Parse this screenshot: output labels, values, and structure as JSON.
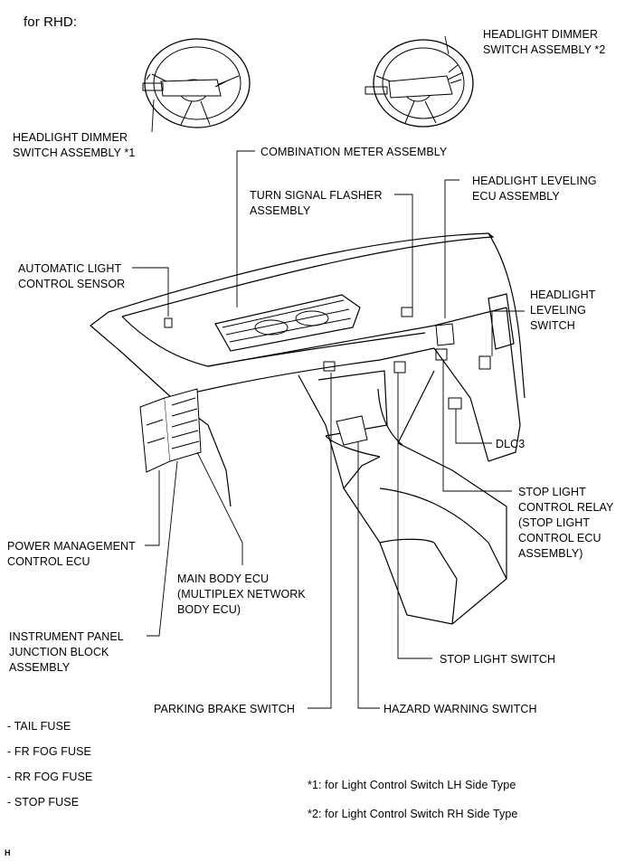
{
  "header": {
    "title": "for RHD:"
  },
  "components": {
    "headlight_dimmer_1": [
      "HEADLIGHT DIMMER",
      "SWITCH ASSEMBLY *1"
    ],
    "headlight_dimmer_2": [
      "HEADLIGHT DIMMER",
      "SWITCH ASSEMBLY *2"
    ],
    "combination_meter": "COMBINATION METER ASSEMBLY",
    "turn_signal_flasher": [
      "TURN SIGNAL FLASHER",
      "ASSEMBLY"
    ],
    "headlight_leveling_ecu": [
      "HEADLIGHT LEVELING",
      "ECU ASSEMBLY"
    ],
    "automatic_light_sensor": [
      "AUTOMATIC LIGHT",
      "CONTROL SENSOR"
    ],
    "headlight_leveling_switch": [
      "HEADLIGHT",
      "LEVELING",
      "SWITCH"
    ],
    "dlc3": "DLC3",
    "stop_light_relay": [
      "STOP LIGHT",
      "CONTROL RELAY",
      "(STOP LIGHT",
      "CONTROL ECU",
      "ASSEMBLY)"
    ],
    "power_management_ecu": [
      "POWER MANAGEMENT",
      "CONTROL ECU"
    ],
    "main_body_ecu": [
      "MAIN BODY ECU",
      "(MULTIPLEX NETWORK",
      "BODY ECU)"
    ],
    "instrument_panel_jb": [
      "INSTRUMENT PANEL",
      "JUNCTION BLOCK",
      "ASSEMBLY"
    ],
    "stop_light_switch": "STOP LIGHT SWITCH",
    "parking_brake_switch": "PARKING BRAKE SWITCH",
    "hazard_warning_switch": "HAZARD WARNING SWITCH"
  },
  "fuses": [
    "- TAIL FUSE",
    "- FR FOG FUSE",
    "- RR FOG FUSE",
    "- STOP FUSE"
  ],
  "footnotes": [
    "*1: for Light Control Switch LH Side Type",
    "*2: for Light Control Switch RH Side Type"
  ],
  "corner_mark": "H"
}
